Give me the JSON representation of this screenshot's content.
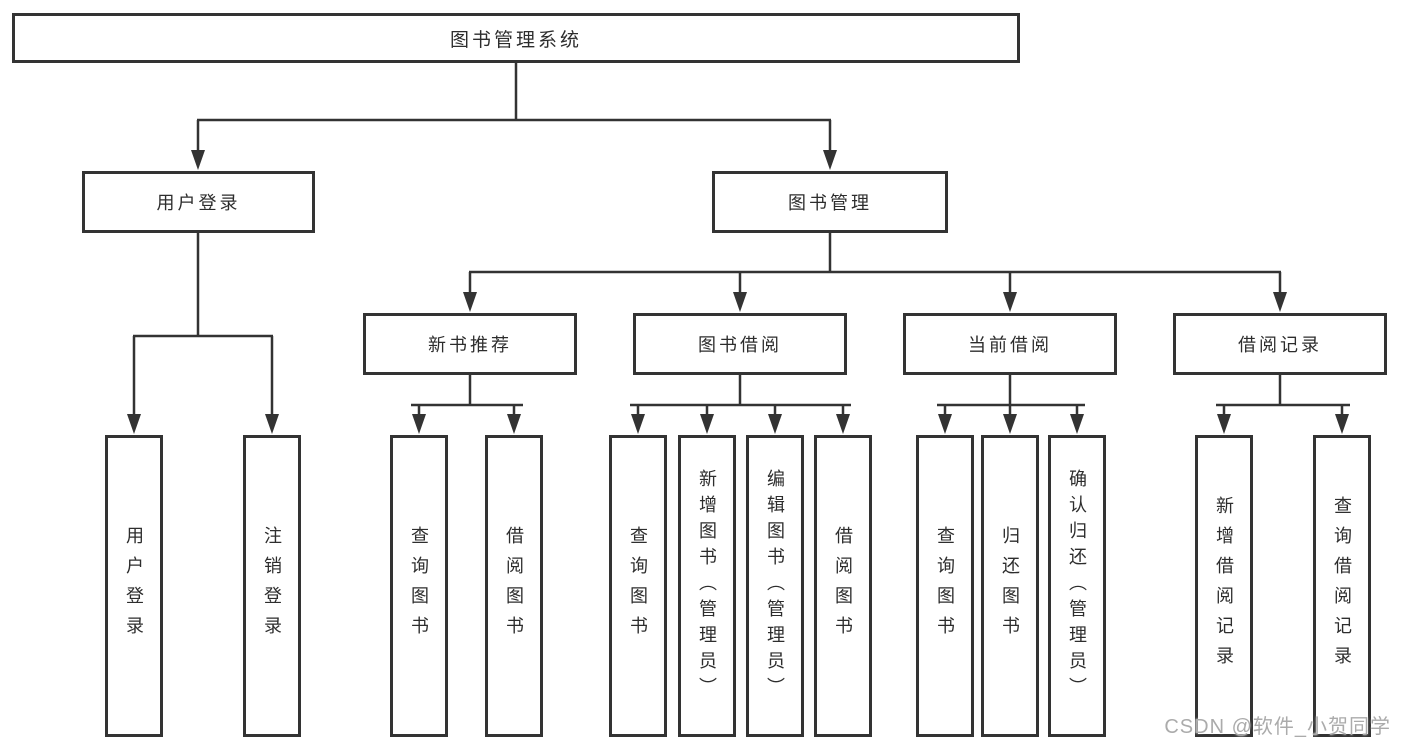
{
  "tree": {
    "root": {
      "label": "图书管理系统",
      "children": [
        {
          "label": "用户登录",
          "children": [
            "用户登录",
            "注销登录"
          ]
        },
        {
          "label": "图书管理",
          "children": [
            {
              "label": "新书推荐",
              "children": [
                "查询图书",
                "借阅图书"
              ]
            },
            {
              "label": "图书借阅",
              "children": [
                "查询图书",
                "新增图书（管理员）",
                "编辑图书（管理员）",
                "借阅图书"
              ]
            },
            {
              "label": "当前借阅",
              "children": [
                "查询图书",
                "归还图书",
                "确认归还（管理员）"
              ]
            },
            {
              "label": "借阅记录",
              "children": [
                "新增借阅记录",
                "查询借阅记录"
              ]
            }
          ]
        }
      ]
    }
  },
  "watermark": {
    "text": "CSDN @软件_小贺同学",
    "color": "#ababab"
  },
  "colors": {
    "line": "#333333",
    "box_border": "#333333",
    "text": "#2d2d2d",
    "background": "#ffffff"
  }
}
